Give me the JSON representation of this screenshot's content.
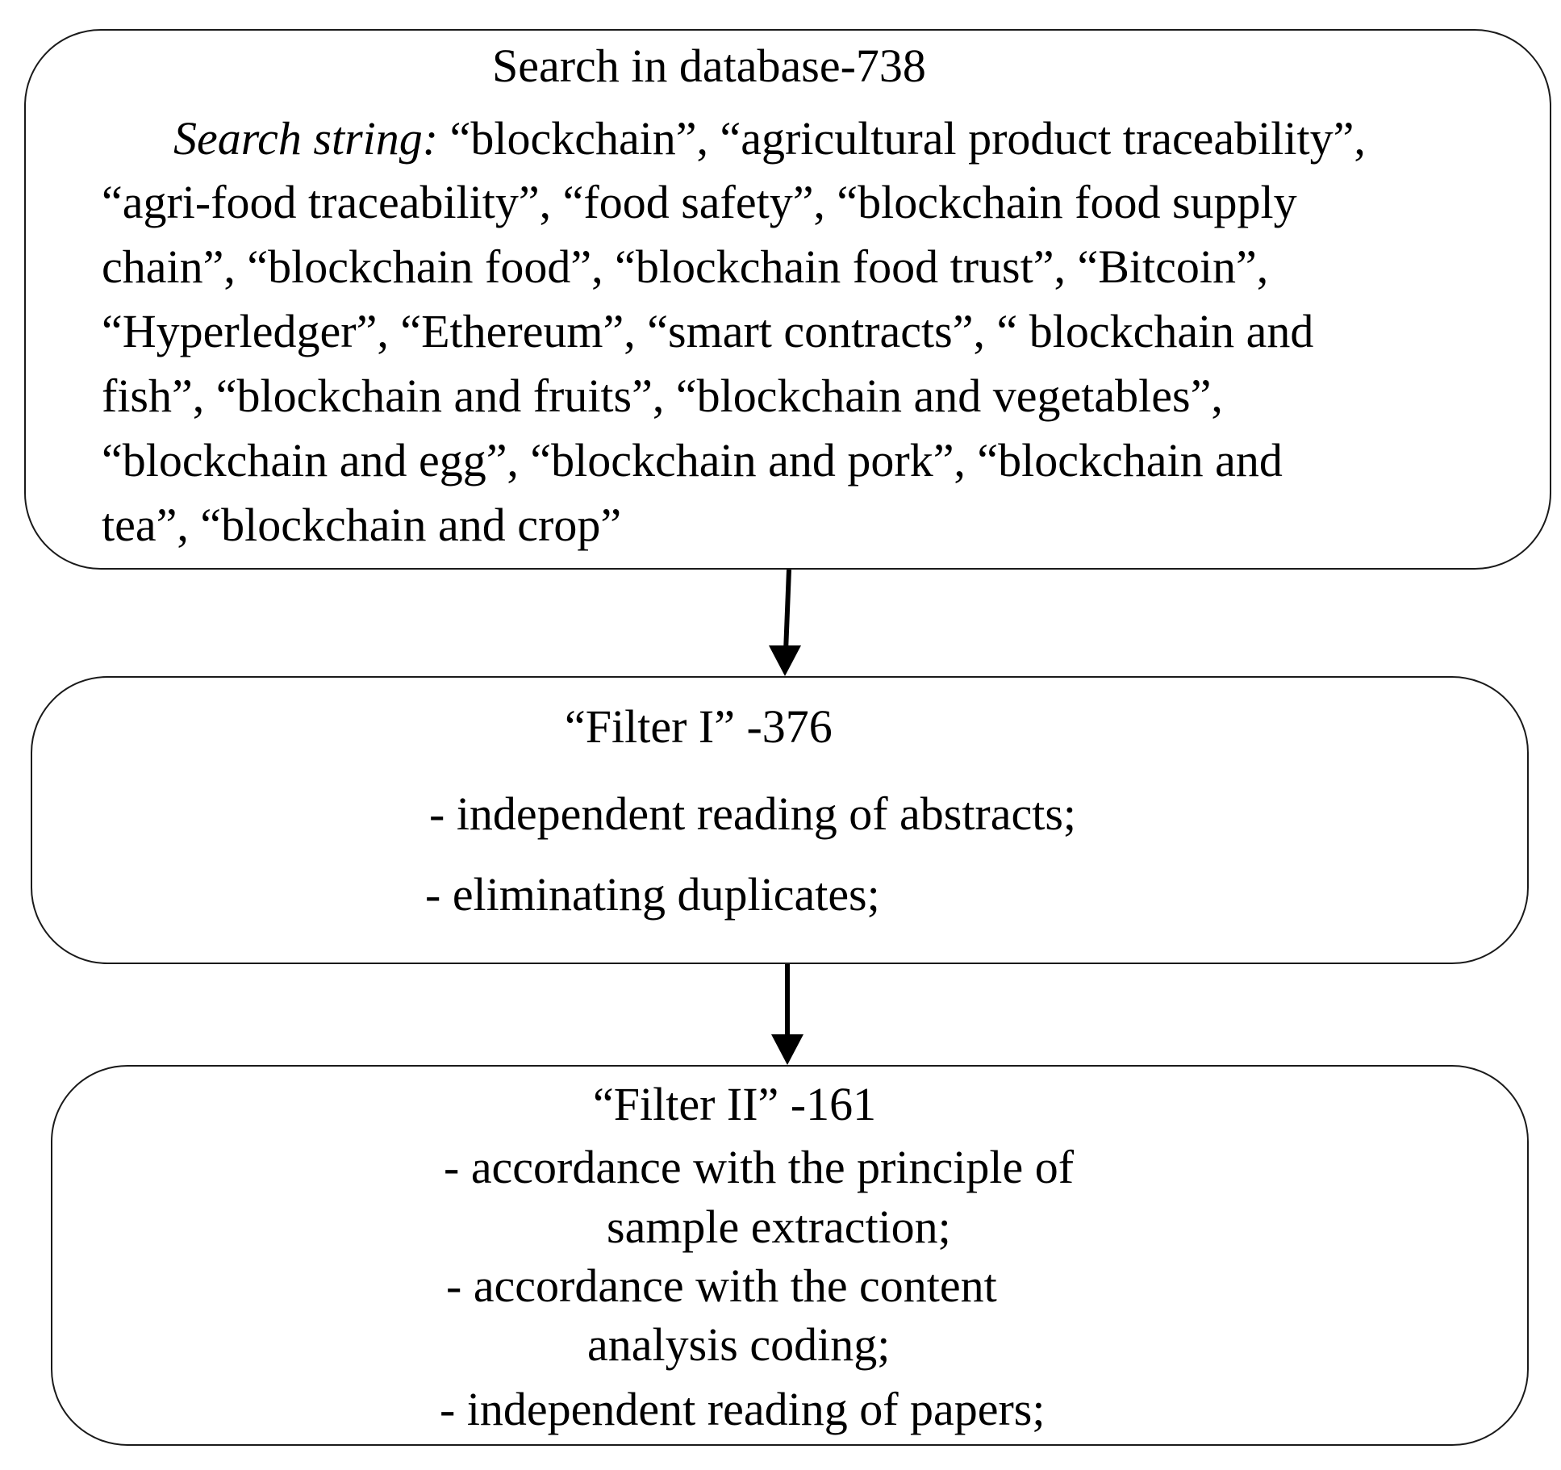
{
  "search_box": {
    "title": "Search in database-738",
    "search_string_label": "Search string:",
    "lines": [
      " “blockchain”, “agricultural product traceability”,",
      "“agri-food traceability”, “food safety”, “blockchain food supply",
      "chain”, “blockchain food”, “blockchain food trust”, “Bitcoin”,",
      "“Hyperledger”,  “Ethereum”, “smart contracts”, “ blockchain and",
      "fish”, “blockchain and fruits”, “blockchain and vegetables”,",
      "“blockchain and egg”, “blockchain and pork”, “blockchain and",
      "tea”, “blockchain and crop”"
    ]
  },
  "filter1_box": {
    "title": "“Filter I”  -376",
    "items": [
      "- independent reading of abstracts;",
      "- eliminating duplicates;"
    ]
  },
  "filter2_box": {
    "title": "“Filter II”  -161",
    "lines": [
      "- accordance with the principle of",
      "sample extraction;",
      "- accordance with the content",
      "analysis coding;",
      "- independent reading of papers;"
    ]
  },
  "colors": {
    "border": "#1a1a1a",
    "text": "#000000",
    "arrow": "#000000",
    "background": "#ffffff"
  }
}
